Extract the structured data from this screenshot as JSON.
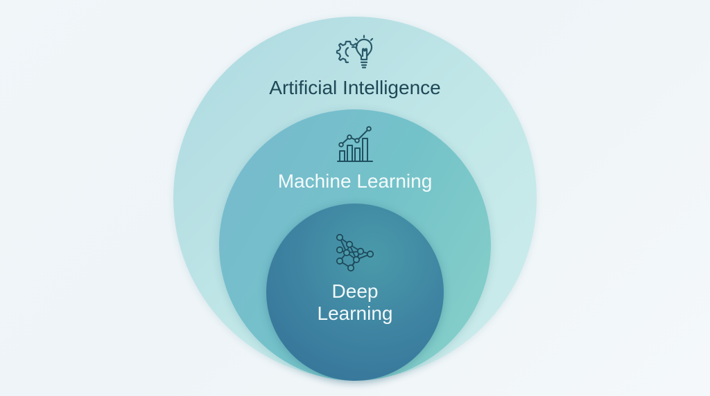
{
  "diagram": {
    "outer": {
      "label": "Artificial Intelligence",
      "icon": "gear-lightbulb-icon",
      "color": "#b8e0e4"
    },
    "middle": {
      "label": "Machine Learning",
      "icon": "growth-chart-icon",
      "color": "#78bfcc"
    },
    "inner": {
      "label_line1": "Deep",
      "label_line2": "Learning",
      "icon": "neural-network-icon",
      "color": "#3a7d9e"
    }
  }
}
